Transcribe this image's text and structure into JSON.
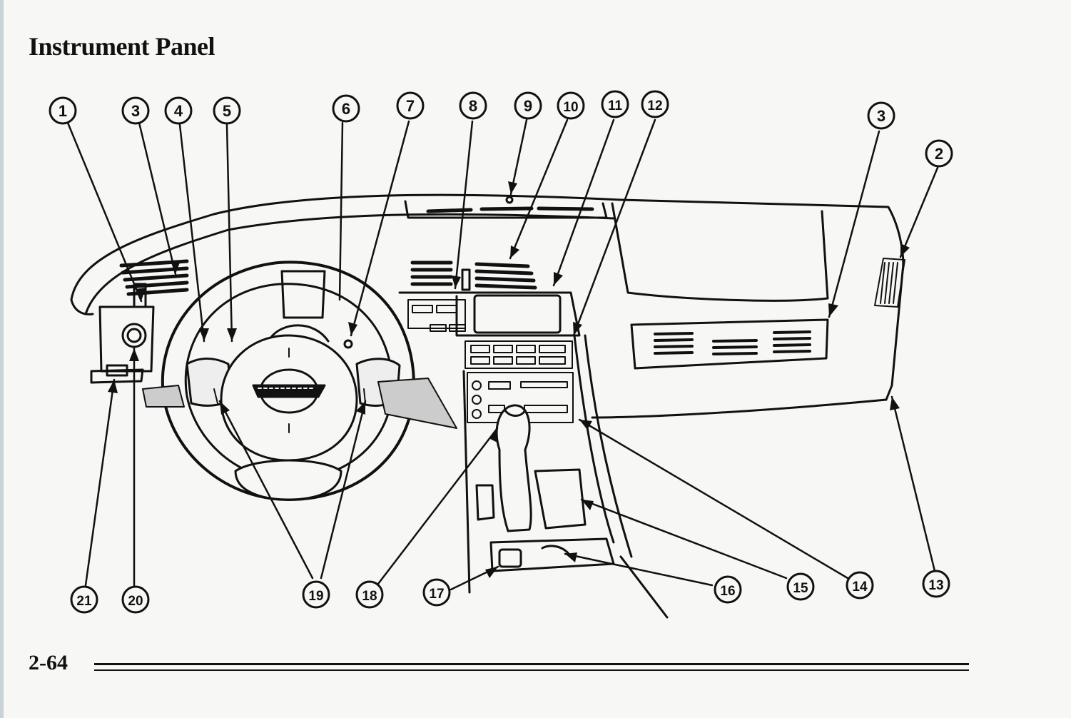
{
  "page": {
    "title": "Instrument Panel",
    "page_number": "2-64"
  },
  "callouts": [
    "1",
    "3",
    "4",
    "5",
    "6",
    "7",
    "8",
    "9",
    "10",
    "11",
    "12",
    "3",
    "2",
    "21",
    "20",
    "19",
    "18",
    "17",
    "16",
    "15",
    "14",
    "13"
  ]
}
